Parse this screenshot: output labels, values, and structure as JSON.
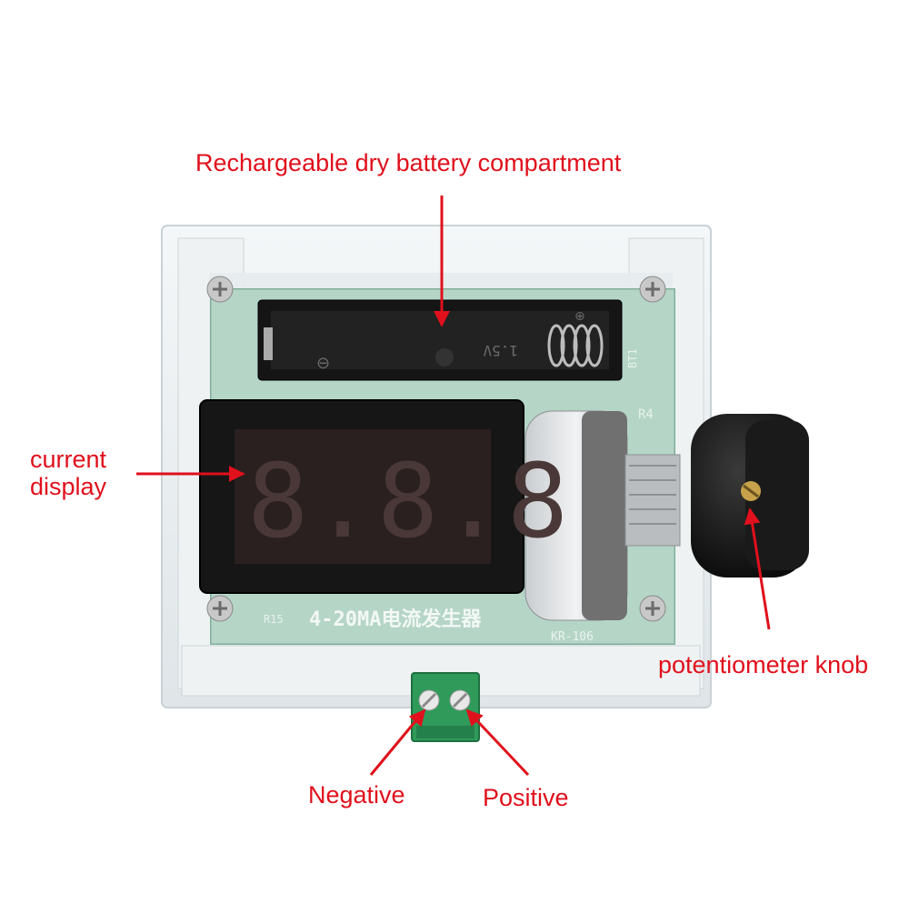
{
  "colors": {
    "label_red": "#e0101c",
    "acrylic": "#e9eef0",
    "pcb_green": "#9cc7b4",
    "bezel_black": "#161616",
    "segment_dim": "#3a2a2a",
    "terminal_green": "#2f9a5a",
    "knob_black": "#121212",
    "screw_silver": "#c8c8c8"
  },
  "labels": {
    "battery": "Rechargeable dry battery compartment",
    "display": [
      "current",
      "display"
    ],
    "knob": "potentiometer knob",
    "negative": "Negative",
    "positive": "Positive"
  },
  "device": {
    "pcb_title": "4-20MA电流发生器",
    "model": "KR-106",
    "battery_voltage": "1.5V",
    "battery_plus": "⊕",
    "battery_minus": "⊖",
    "display_readout": "8.8.8",
    "designators": [
      "R4",
      "BT1",
      "R15"
    ]
  },
  "icons": [
    "screw-icon",
    "arrow-icon",
    "spring-icon",
    "terminal-screw-icon"
  ]
}
